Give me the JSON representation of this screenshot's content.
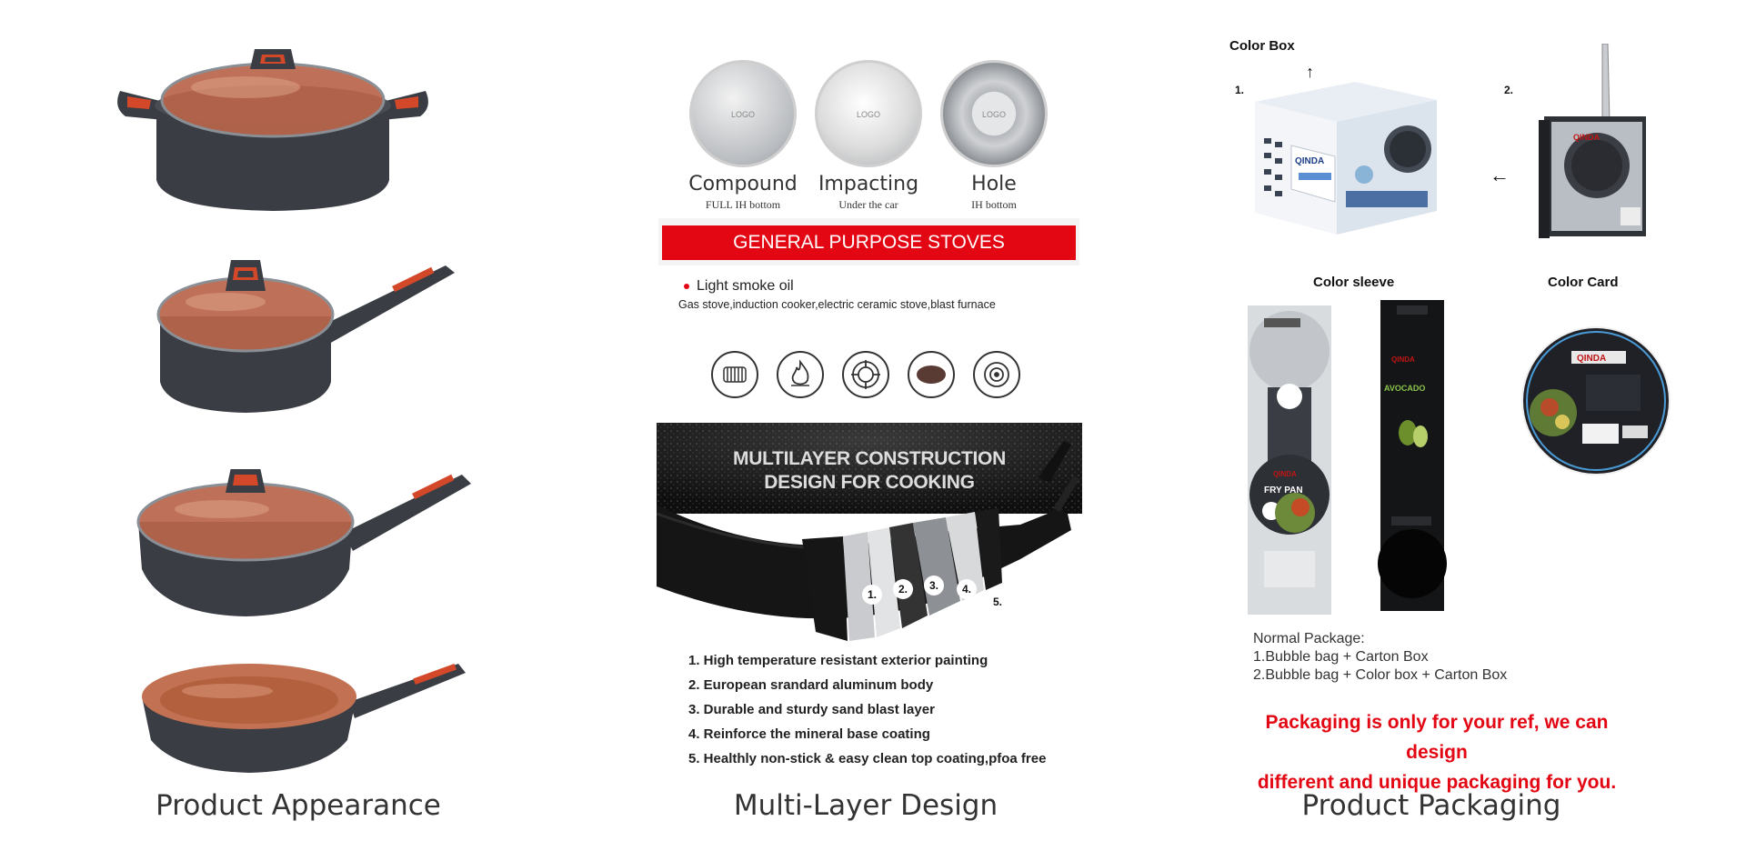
{
  "captions": {
    "appearance": "Product Appearance",
    "multilayer": "Multi-Layer Design",
    "packaging": "Product Packaging"
  },
  "bottoms": [
    {
      "title": "Compound",
      "sub": "FULL IH bottom",
      "logo": "LOGO"
    },
    {
      "title": "Impacting",
      "sub": "Under the car",
      "logo": "LOGO"
    },
    {
      "title": "Hole",
      "sub": "IH bottom",
      "logo": "LOGO"
    }
  ],
  "stoves": {
    "banner": "GENERAL PURPOSE STOVES",
    "oil": "Light smoke oil",
    "types": "Gas stove,induction cooker,electric ceramic stove,blast furnace",
    "icons": [
      "induction-coil-icon",
      "gas-flame-icon",
      "gas-burner-icon",
      "electric-plate-icon",
      "ceramic-hob-icon"
    ]
  },
  "construction": {
    "title_line1": "MULTILAYER CONSTRUCTION",
    "title_line2": "DESIGN FOR COOKING",
    "layer_numbers": [
      "1.",
      "2.",
      "3.",
      "4.",
      "5."
    ],
    "features": [
      "1. High temperature resistant exterior painting",
      "2. European srandard aluminum body",
      "3. Durable and sturdy sand blast layer",
      "4. Reinforce the mineral base coating",
      "5. Healthly non-stick & easy clean top coating,pfoa free"
    ]
  },
  "packaging": {
    "color_box": "Color Box",
    "num1": "1.",
    "num2": "2.",
    "color_sleeve": "Color sleeve",
    "color_card": "Color Card",
    "brand": "QINDA",
    "sleeve1_product": "FRY PAN",
    "sleeve2_product": "AVOCADO",
    "normal_title": "Normal Package:",
    "normal_1": "1.Bubble bag + Carton Box",
    "normal_2": "2.Bubble bag + Color box + Carton Box",
    "note_line1": "Packaging is only for your ref, we can design",
    "note_line2": "different and unique packaging for you."
  },
  "colors": {
    "copper": "#b8654a",
    "body": "#3a3d43",
    "accent_red": "#e30613",
    "handle_red": "#d4482a"
  }
}
